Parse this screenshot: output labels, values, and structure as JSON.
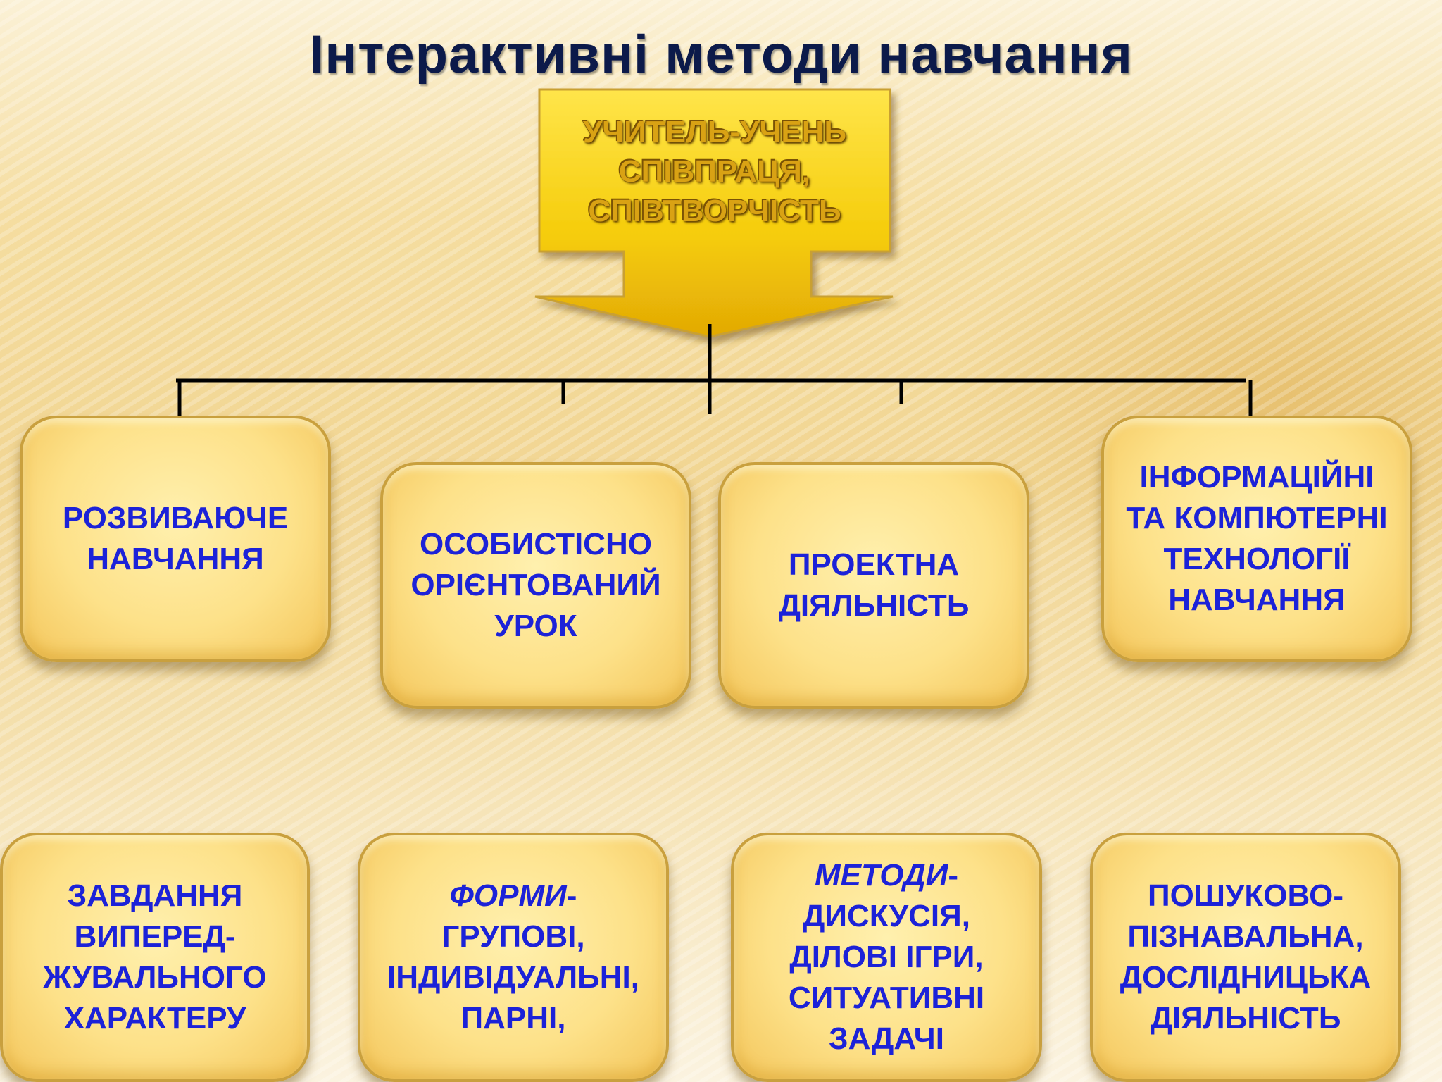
{
  "title": "Інтерактивні методи навчання",
  "center": {
    "lines": [
      "УЧИТЕЛЬ-УЧЕНЬ",
      "СПІВПРАЦЯ,",
      "СПІВТВОРЧІСТЬ"
    ]
  },
  "top_boxes": [
    {
      "text": "РОЗВИВАЮЧЕ\nНАВЧАННЯ"
    },
    {
      "text": "ОСОБИСТІСНО\nОРІЄНТОВАНИЙ\nУРОК"
    },
    {
      "text": "ПРОЕКТНА\nДІЯЛЬНІСТЬ"
    },
    {
      "text": "ІНФОРМАЦІЙНІ\nТА КОМПЮТЕРНІ\nТЕХНОЛОГІЇ\nНАВЧАННЯ"
    }
  ],
  "bottom_boxes": [
    {
      "text": "ЗАВДАННЯ\nВИПЕРЕД-\nЖУВАЛЬНОГО\nХАРАКТЕРУ"
    },
    {
      "lead": "ФОРМИ",
      "dash": "-",
      "text": "ГРУПОВІ,\nІНДИВІДУАЛЬНІ,\nПАРНІ,"
    },
    {
      "lead": "МЕТОДИ",
      "dash": "-",
      "text": "ДИСКУСІЯ,\nДІЛОВІ ІГРИ,\nСИТУАТИВНІ\nЗАДАЧІ"
    },
    {
      "text": "ПОШУКОВО-\nПІЗНАВАЛЬНА,\nДОСЛІДНИЦЬКА\nДІЯЛЬНІСТЬ"
    }
  ],
  "colors": {
    "title": "#0c1a4a",
    "box_text": "#1c22d8",
    "arrow_fill": "#f5cc0a",
    "arrow_text": "#d9a214",
    "connector": "#000000"
  }
}
